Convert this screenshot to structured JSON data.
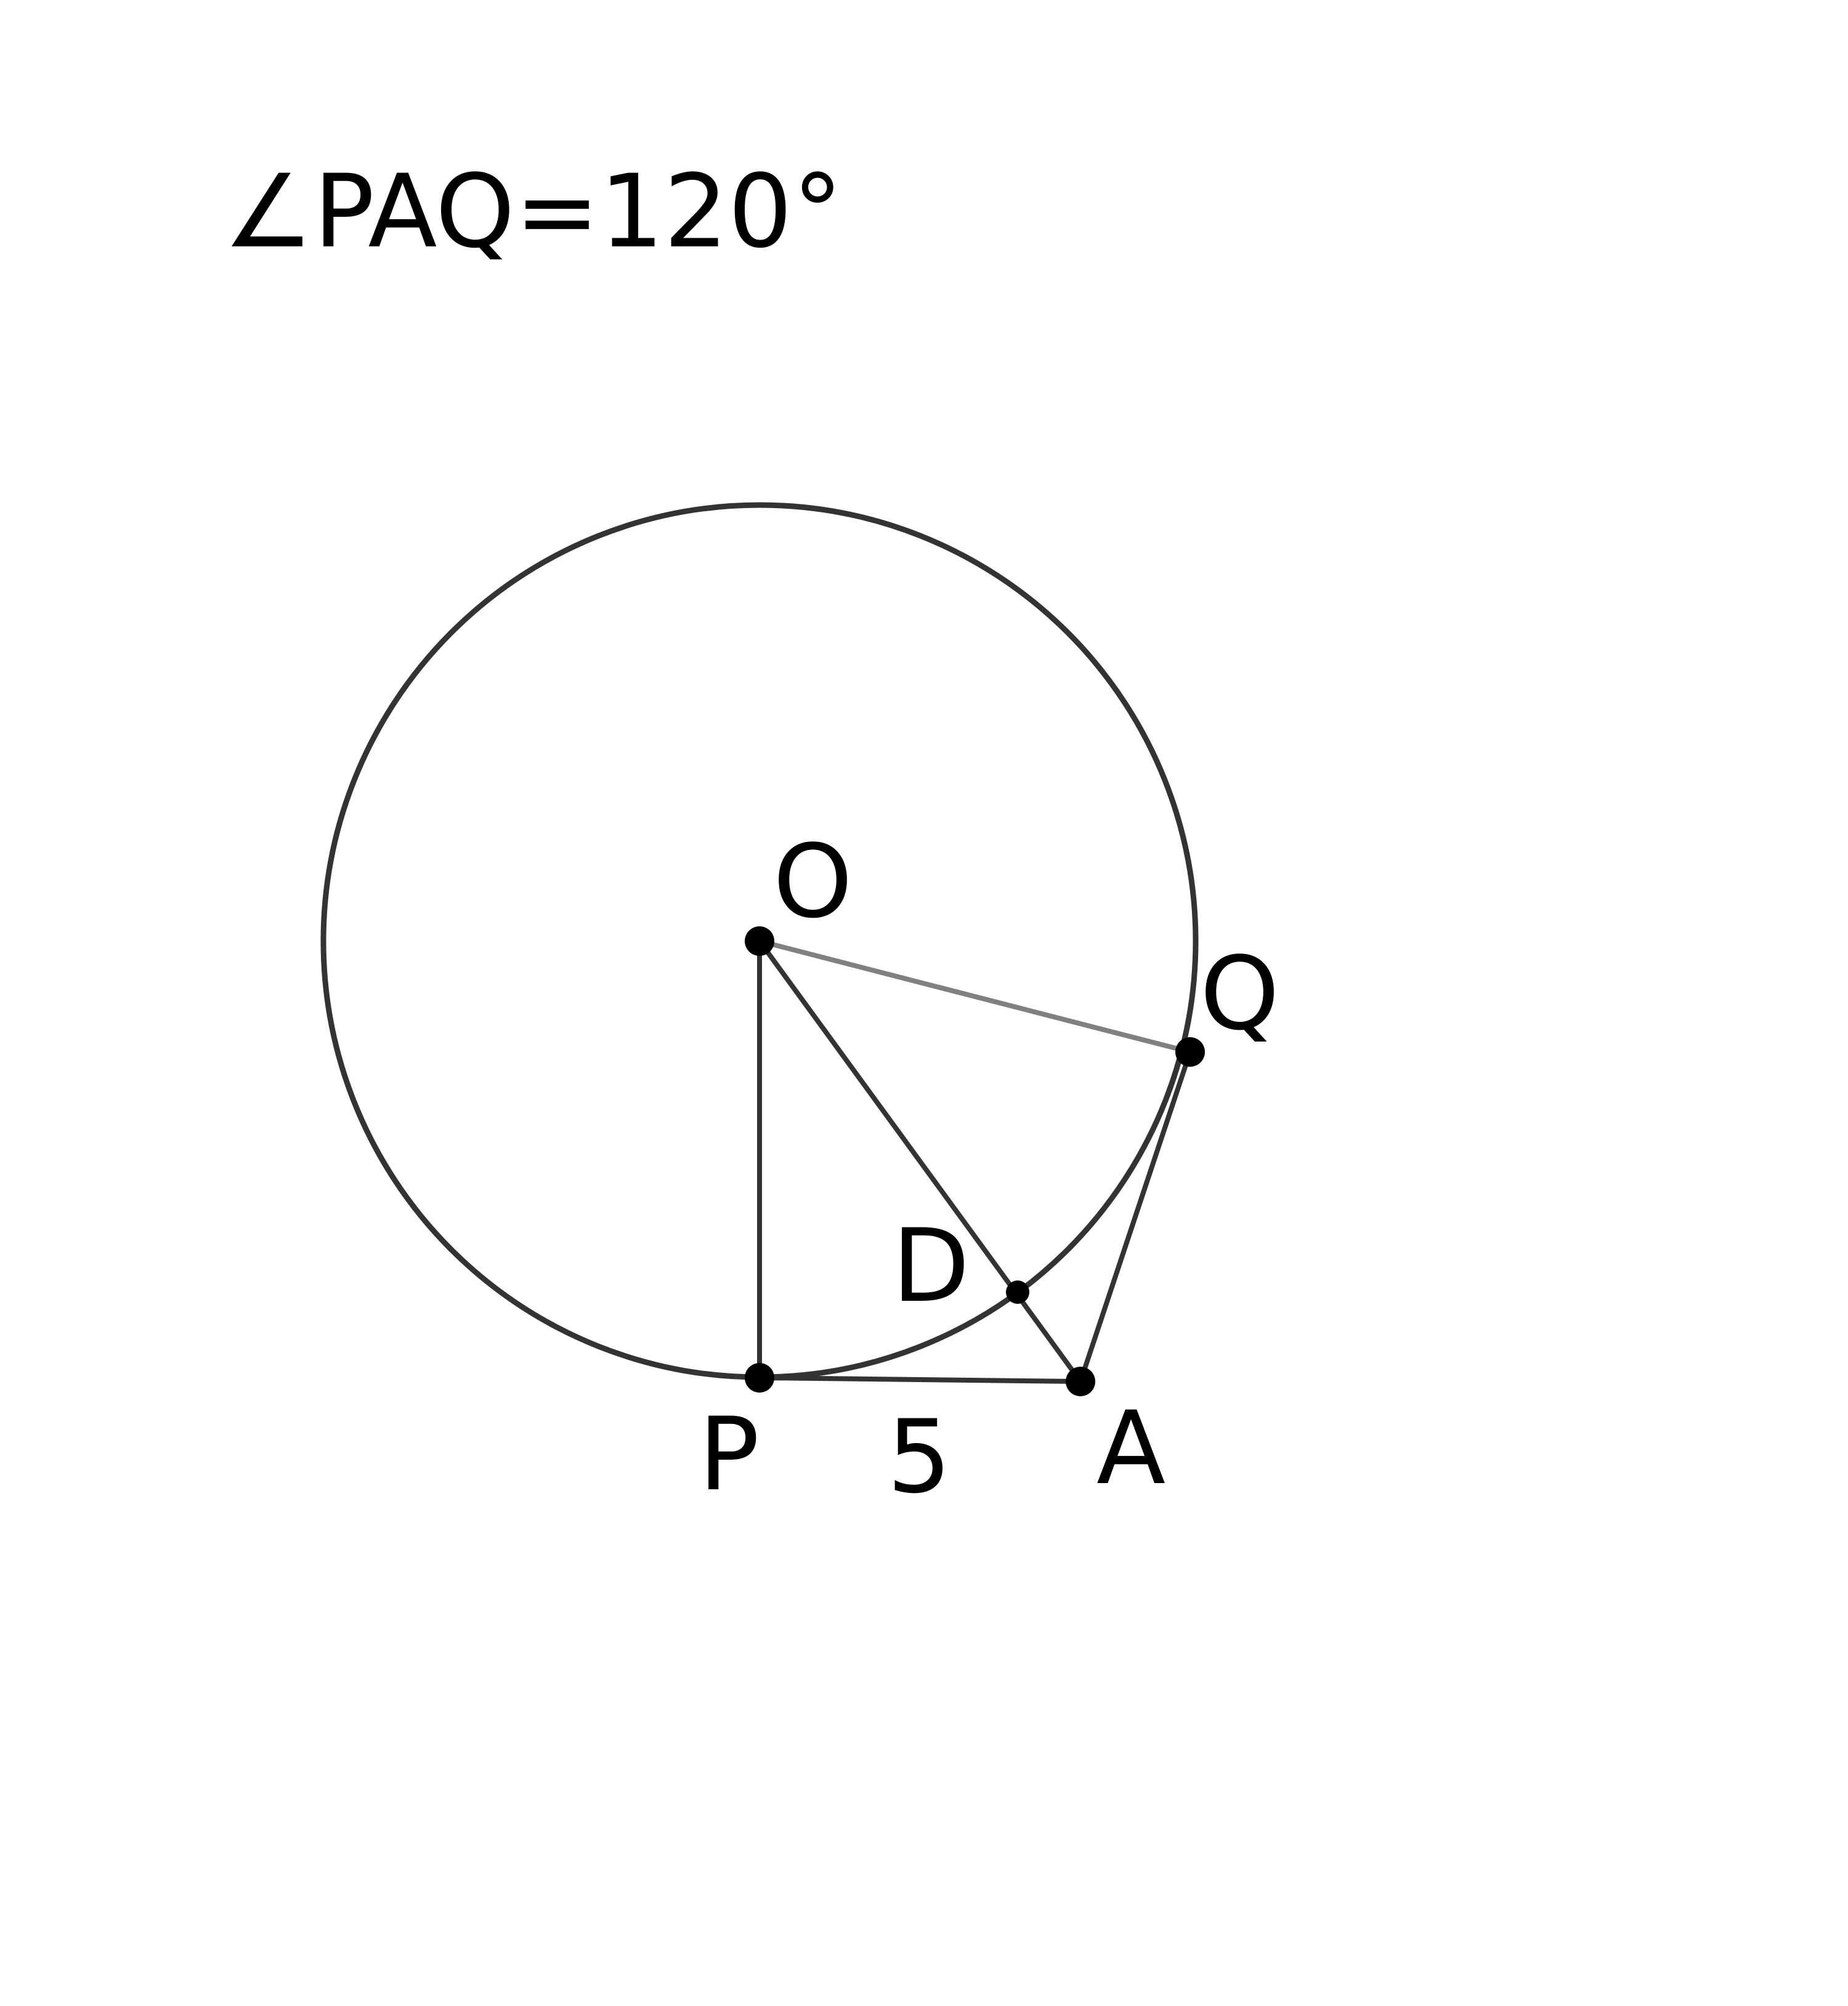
{
  "caption": "∠PAQ=120°",
  "points": {
    "O": "O",
    "P": "P",
    "Q": "Q",
    "A": "A",
    "D": "D"
  },
  "length_label": "5",
  "colors": {
    "stroke": "#333333",
    "stroke_light": "#808080",
    "point": "#000000",
    "background": "#ffffff"
  }
}
